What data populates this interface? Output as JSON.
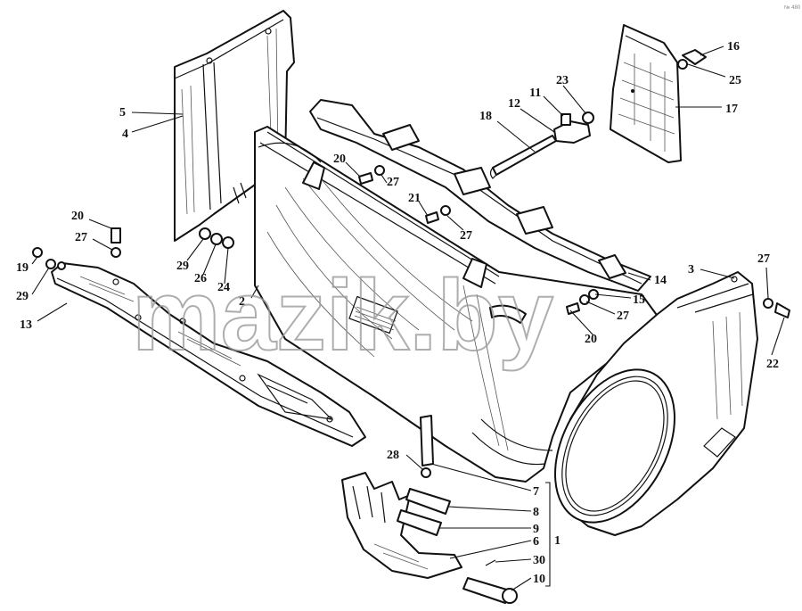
{
  "watermark": "mazik.by",
  "corner_mark": "№ 480",
  "labels": {
    "l1": "1",
    "l2": "2",
    "l3": "3",
    "l4": "4",
    "l5": "5",
    "l6": "6",
    "l7": "7",
    "l8": "8",
    "l9": "9",
    "l10": "10",
    "l11": "11",
    "l12": "12",
    "l13": "13",
    "l14": "14",
    "l15": "15",
    "l16": "16",
    "l17": "17",
    "l18": "18",
    "l19": "19",
    "l20a": "20",
    "l20b": "20",
    "l20c": "20",
    "l21": "21",
    "l22": "22",
    "l23": "23",
    "l24": "24",
    "l25": "25",
    "l26": "26",
    "l27a": "27",
    "l27b": "27",
    "l27c": "27",
    "l27d": "27",
    "l27e": "27",
    "l28": "28",
    "l29a": "29",
    "l29b": "29",
    "l30": "30"
  }
}
